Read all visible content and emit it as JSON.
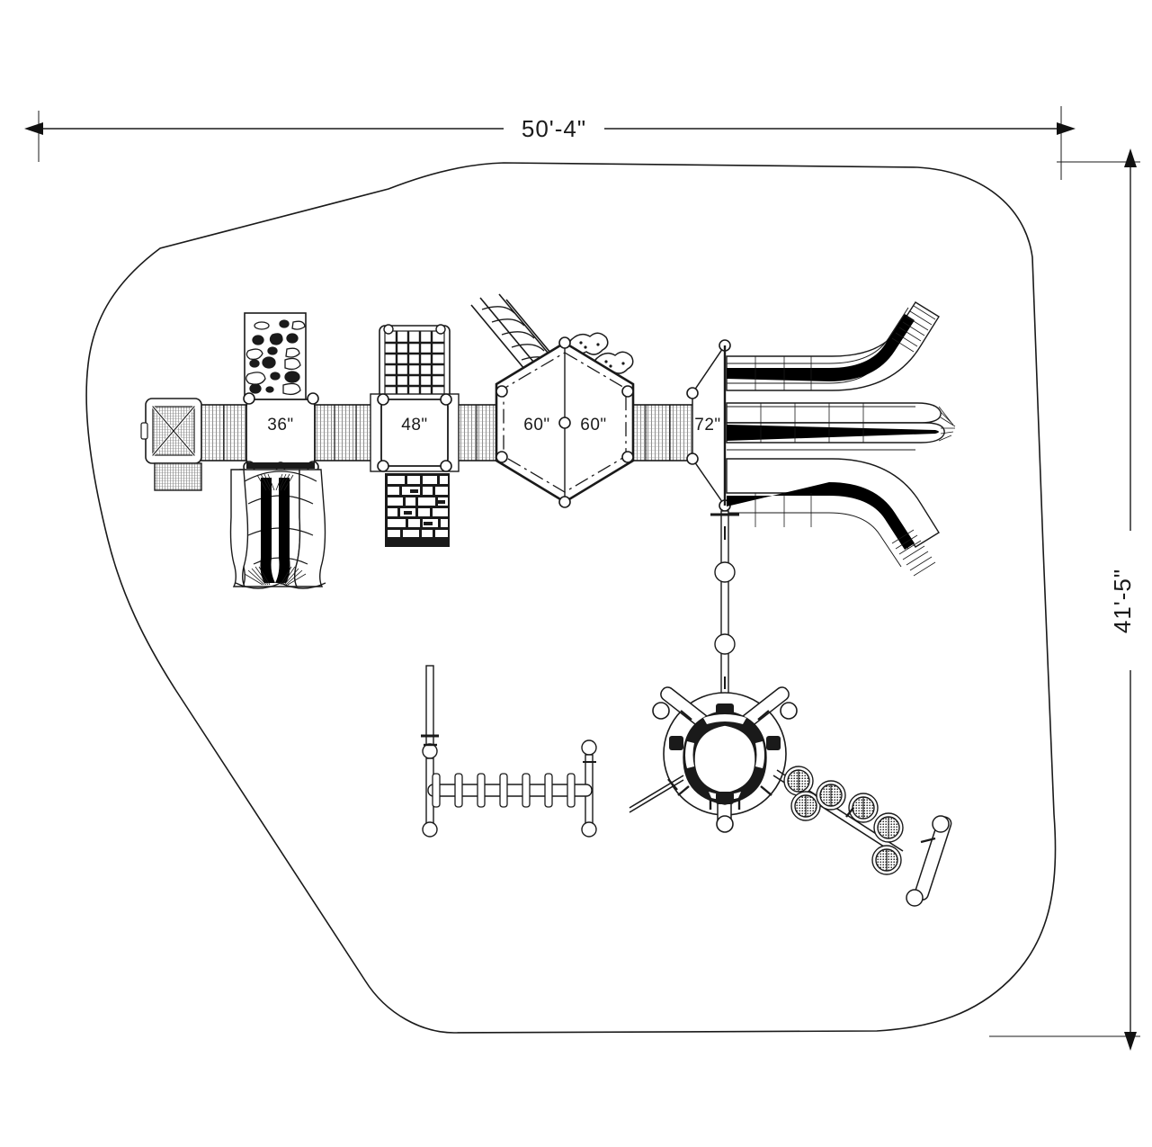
{
  "drawing": {
    "type": "playground-plan-view",
    "background_color": "#ffffff",
    "line_color": "#1a1a1a"
  },
  "dimensions": {
    "overall_width_label": "50'-4\"",
    "overall_height_label": "41'-5\"",
    "width_arrow_name": "horizontal-dimension",
    "height_arrow_name": "vertical-dimension"
  },
  "deck_labels": {
    "deck_36": "36\"",
    "deck_48": "48\"",
    "deck_60_left": "60\"",
    "deck_60_right": "60\"",
    "deck_72": "72\""
  },
  "components": [
    {
      "name": "transfer-station-panel",
      "label": "X-braced transfer panel"
    },
    {
      "name": "rock-climbing-wall",
      "label": "Rock climbing wall"
    },
    {
      "name": "square-deck-36",
      "label": "36\" square deck"
    },
    {
      "name": "double-wave-slide",
      "label": "Double wave slide"
    },
    {
      "name": "square-deck-48",
      "label": "48\" square deck"
    },
    {
      "name": "grid-climber-panel",
      "label": "Grid climber"
    },
    {
      "name": "block-climber-wall",
      "label": "Block climbing wall"
    },
    {
      "name": "hexagon-deck-60",
      "label": "60\" hexagonal deck"
    },
    {
      "name": "diagonal-ladder",
      "label": "Diagonal arch ladder"
    },
    {
      "name": "stepping-pods",
      "label": "Peanut stepping pods"
    },
    {
      "name": "triangle-deck-72",
      "label": "72\" triangular deck"
    },
    {
      "name": "triple-slide-array",
      "label": "Triple slide array"
    },
    {
      "name": "vertical-beam-rail",
      "label": "Vertical connecting rail"
    },
    {
      "name": "spinner-hub",
      "label": "Spinner hub climber"
    },
    {
      "name": "stepping-pod-path",
      "label": "Stepping pod path"
    },
    {
      "name": "overhead-ladder",
      "label": "Overhead ladder / monkey bars"
    },
    {
      "name": "safety-zone-boundary",
      "label": "Use zone boundary"
    }
  ],
  "bridges": [
    {
      "name": "bridge-transfer-to-36"
    },
    {
      "name": "bridge-36-to-48"
    },
    {
      "name": "bridge-48-to-60"
    },
    {
      "name": "bridge-60-to-72"
    }
  ]
}
